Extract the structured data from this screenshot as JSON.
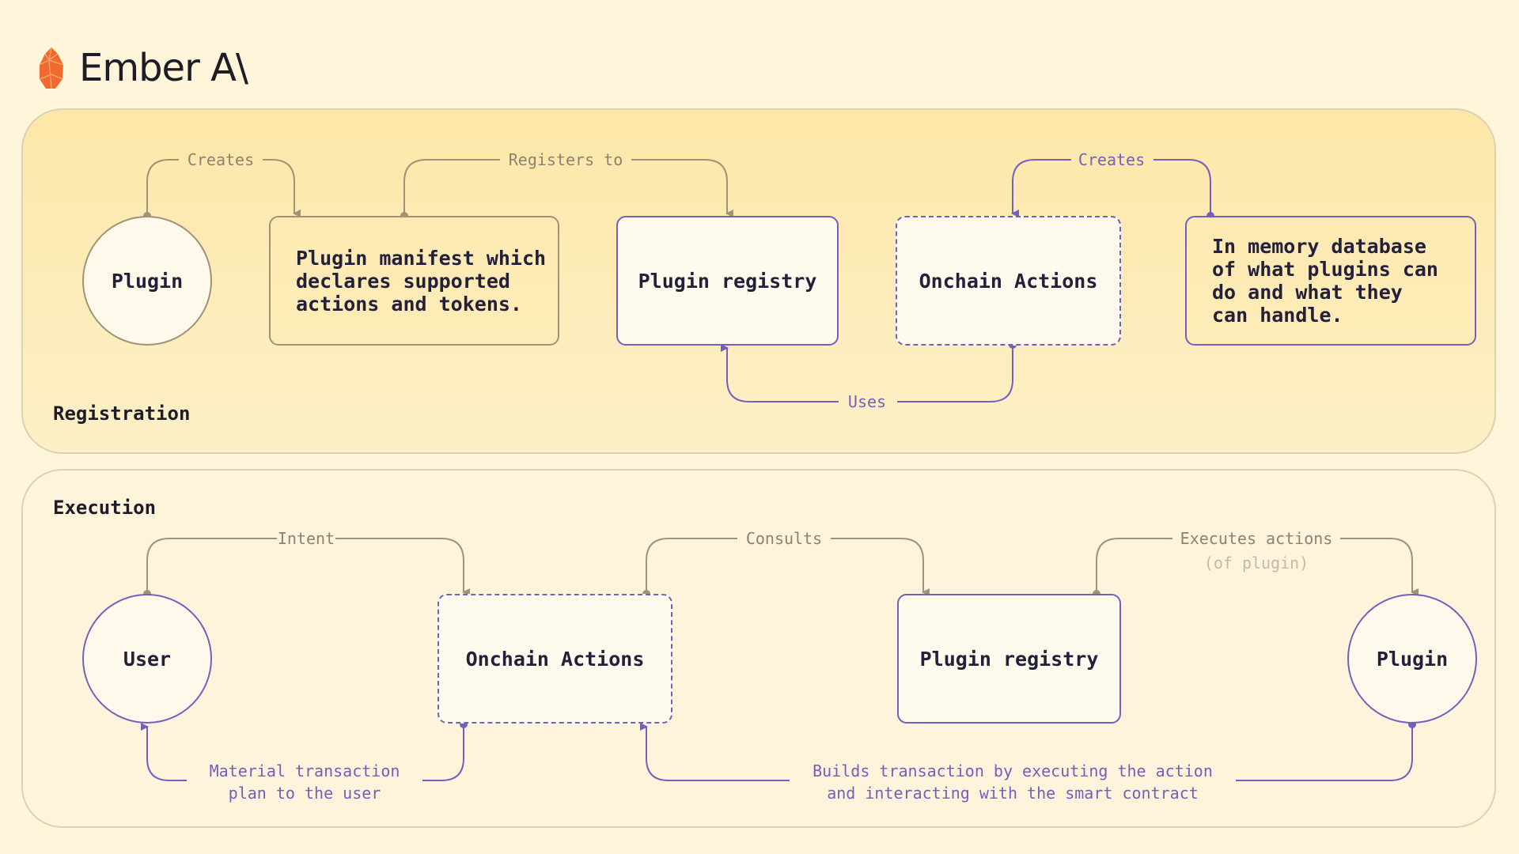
{
  "brand": {
    "name": "Ember A\\",
    "logo": "flame-crystal-icon",
    "logo_color": "#f06a2e"
  },
  "colors": {
    "gray_line": "#9e9278",
    "purple_line": "#7260bc",
    "background": "#fef5da"
  },
  "registration": {
    "title": "Registration",
    "nodes": {
      "plugin": "Plugin",
      "manifest": "Plugin manifest which\ndeclares supported\nactions and tokens.",
      "registry": "Plugin registry",
      "onchain": "Onchain Actions",
      "memory": "In memory database\nof what plugins can\ndo and what they\ncan handle."
    },
    "edges": {
      "creates_1": "Creates",
      "registers_to": "Registers to",
      "creates_2": "Creates",
      "uses": "Uses"
    }
  },
  "execution": {
    "title": "Execution",
    "nodes": {
      "user": "User",
      "onchain": "Onchain Actions",
      "registry": "Plugin registry",
      "plugin": "Plugin"
    },
    "edges": {
      "intent": "Intent",
      "consults": "Consults",
      "executes": "Executes actions",
      "executes_note": "(of plugin)",
      "material": "Material transaction\nplan to the user",
      "builds": "Builds transaction by executing the action\nand interacting with the smart contract"
    }
  }
}
